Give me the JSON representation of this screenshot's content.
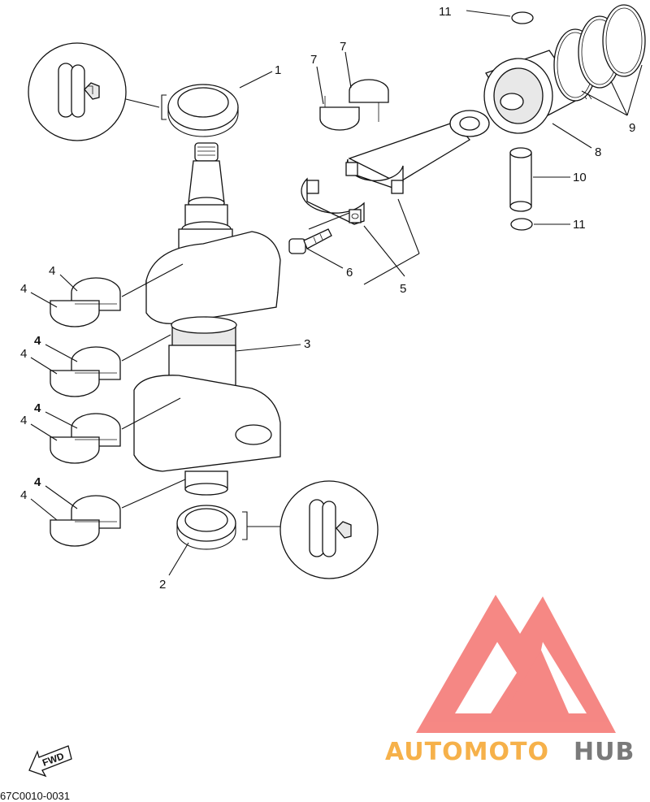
{
  "diagram_code": "67C0010-0031",
  "fwd_label": "FWD",
  "brand": {
    "part1": "AUTOMOTO",
    "part2": "HUB",
    "color1": "#f6b14a",
    "color2": "#7a7a7a",
    "logo_color": "#f4736f"
  },
  "callouts": {
    "c1": "1",
    "c2": "2",
    "c3": "3",
    "c4a": "4",
    "c4b": "4",
    "c4c": "4",
    "c4d": "4",
    "c4e": "4",
    "c4f": "4",
    "c4g": "4",
    "c4h": "4",
    "c5": "5",
    "c6": "6",
    "c7a": "7",
    "c7b": "7",
    "c8": "8",
    "c9": "9",
    "c10": "10",
    "c11a": "11",
    "c11b": "11"
  }
}
